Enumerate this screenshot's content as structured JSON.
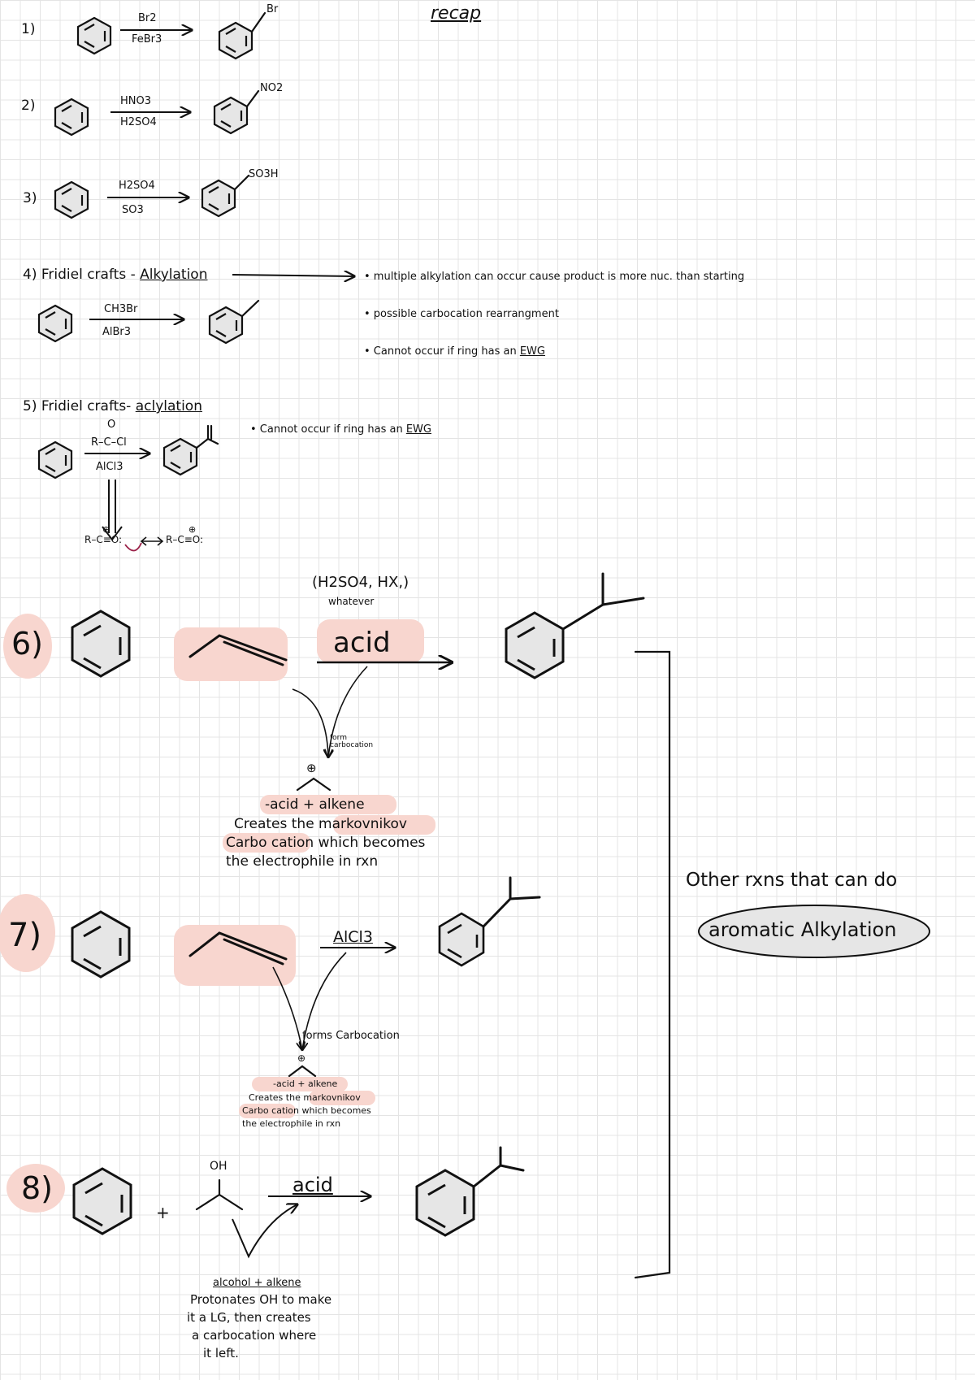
{
  "title": "recap",
  "colors": {
    "highlight": "#f8d6cf",
    "ring_fill": "#e6e6e6",
    "ink": "#111111",
    "oval_fill": "#e6e6e6"
  },
  "reactions": [
    {
      "number": "1)",
      "reagent_top": "Br2",
      "reagent_bottom": "FeBr3",
      "product_sub": "Br"
    },
    {
      "number": "2)",
      "reagent_top": "HNO3",
      "reagent_bottom": "H2SO4",
      "product_sub": "NO2"
    },
    {
      "number": "3)",
      "reagent_top": "H2SO4",
      "reagent_bottom": "SO3",
      "product_sub": "SO3H"
    },
    {
      "number": "4)",
      "name": "Fridiel crafts - ",
      "name_u": "Alkylation",
      "reagent_top": "CH3Br",
      "reagent_bottom": "AlBr3",
      "notes": [
        "• multiple alkylation can occur cause product is more nuc. than starting",
        "• possible carbocation rearrangment"
      ],
      "note3": "• Cannot occur if ring has an ",
      "note3_u": "EWG"
    },
    {
      "number": "5)",
      "name": "Fridiel crafts- ",
      "name_u": "aclylation",
      "reagent_top": "R–C–Cl",
      "reagent_top_o": "O",
      "reagent_bottom": "AlCl3",
      "note": "• Cannot occur if ring has an ",
      "note_u": "EWG",
      "resonance_left": "R–C≡O:",
      "resonance_right": "R–C≡O:",
      "plus": "⊕"
    },
    {
      "number": "6)",
      "reagent": "acid",
      "reagent_paren": "(H2SO4, HX,)",
      "reagent_paren_sub": "whatever",
      "arrow_label": "form carbocation",
      "plus": "⊕",
      "explain": [
        "-acid + alkene",
        "Creates the markovnikov",
        "Carbo cation which becomes",
        "the electrophile in rxn"
      ]
    },
    {
      "number": "7)",
      "reagent": "AlCl3",
      "arrow_label": "forms Carbocation",
      "plus": "⊕",
      "explain": [
        "-acid + alkene",
        "Creates the markovnikov",
        "Carbo cation which becomes",
        "the electrophile in rxn"
      ]
    },
    {
      "number": "8)",
      "reagent": "acid",
      "plus_sign": "+",
      "oh": "OH",
      "explain_u": "alcohol + alkene",
      "explain": [
        "Protonates OH to make",
        "it a LG, then creates",
        "a carbocation where",
        "it left."
      ]
    }
  ],
  "side_note": {
    "line1": "Other rxns that can do",
    "oval": "aromatic Alkylation"
  }
}
